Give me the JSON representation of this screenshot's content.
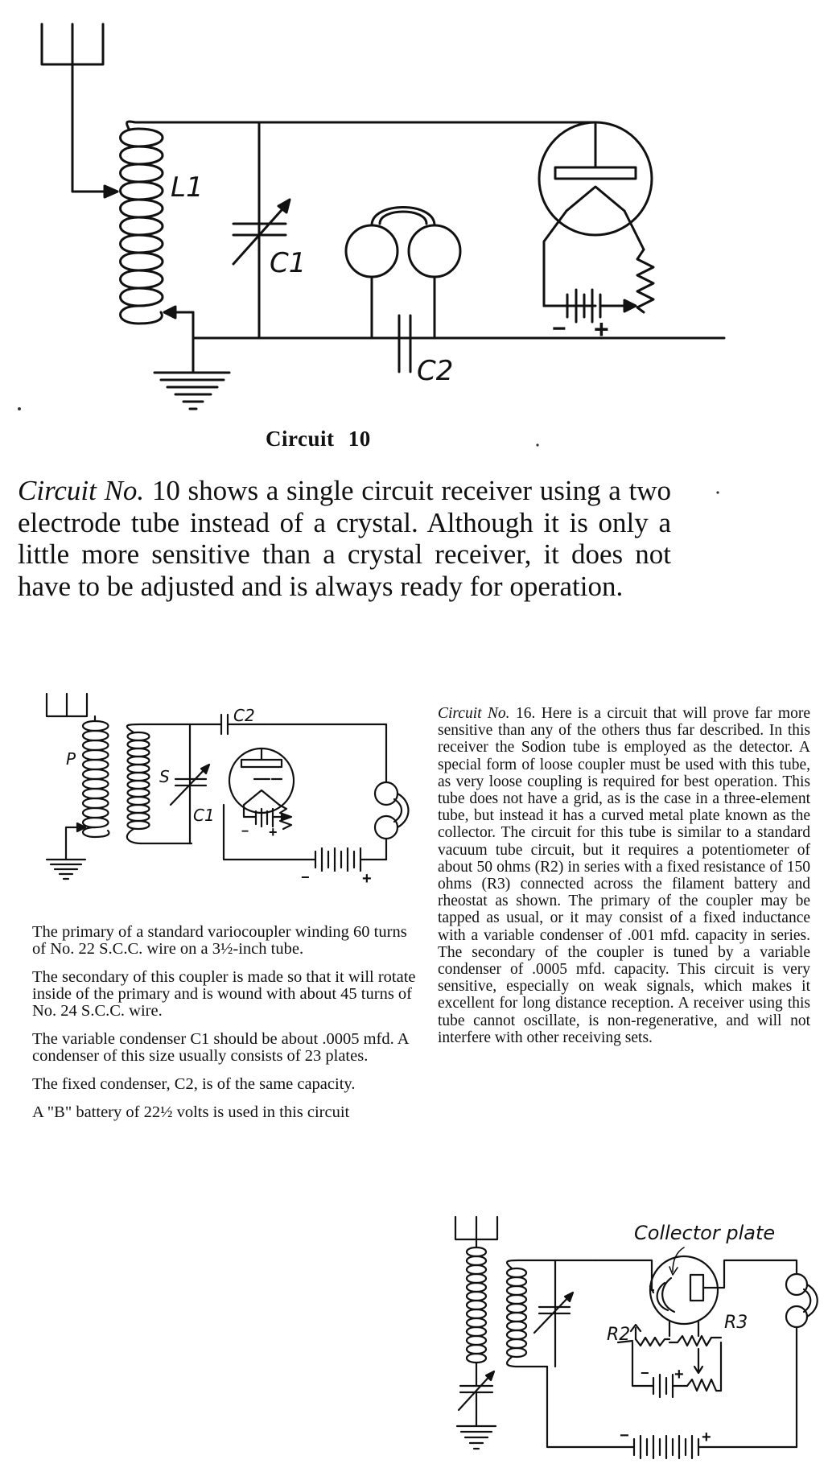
{
  "figure_top": {
    "label_l1": "L1",
    "label_c1": "C1",
    "label_c2": "C2",
    "caption": "Circuit 10"
  },
  "lead_paragraph": {
    "ref": "Circuit No.",
    "text": " 10 shows a single circuit receiver using a two electrode tube instead of a crystal.  Although it is only a little more sensitive than a crystal receiver, it does not have to be adjusted and is always ready for operation."
  },
  "figure_left": {
    "label_p": "P",
    "label_s": "S",
    "label_c1": "C1",
    "label_c2": "C2"
  },
  "left_notes": [
    "The primary of a standard variocoupler winding 60 turns of No. 22 S.C.C. wire on a 3½-inch tube.",
    "The secondary of this coupler is made so that it will rotate inside of the primary and is wound with about 45 turns of No. 24 S.C.C. wire.",
    "The variable condenser C1 should be about .0005 mfd. A condenser of this size usually consists of 23 plates.",
    "The fixed condenser, C2, is of the same capacity.",
    "A \"B\" battery of 22½ volts is used in this circuit"
  ],
  "right_column": {
    "ref": "Circuit No.",
    "text": " 16.  Here is a circuit that will prove far more sensitive than any of the others thus far described.  In this receiver the Sodion tube is employed as the detector. A special form of loose coupler must be used with this tube, as very loose coupling is required for best operation.  This tube does not have a grid, as is the case in a three-element tube, but instead it has a curved metal plate known as the collector.  The circuit for this tube is similar to a standard vacuum tube circuit, but it requires a potentiometer of about 50 ohms (R2) in series with a fixed resistance of 150 ohms (R3) connected across the filament battery and rheostat as shown.  The primary of the coupler may be tapped as usual, or it may consist of a fixed inductance with a variable condenser of .001 mfd. capacity in series.  The secondary of the coupler is tuned by a variable condenser of .0005 mfd. capacity.  This circuit is very sensitive, especially on weak signals, which makes it excellent for long distance reception.  A receiver using this tube cannot oscillate, is non-regenerative, and will not interfere with other receiving sets."
  },
  "figure_bottom": {
    "label_collector": "Collector plate",
    "label_r2": "R2",
    "label_r3": "R3"
  },
  "signs": {
    "plus": "+",
    "minus": "−"
  }
}
